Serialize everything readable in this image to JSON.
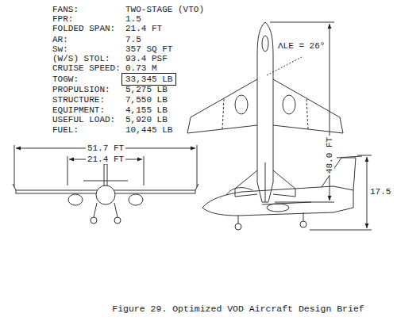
{
  "diagram": {
    "caption": "Figure 29.  Optimized VOD Aircraft Design Brief",
    "nodes": [
      {
        "text": [
          "33,345 LB"
        ]
      }
    ],
    "labels": [
      "FANS:",
      "TWO-STAGE (VTO)",
      "FPR:",
      "1.5",
      "FOLDED SPAN:",
      "21.4 FT",
      "AR:",
      "7.5",
      "Sw:",
      "357 SQ FT",
      "(W/S) STOL:",
      "93.4 PSF",
      "CRUISE SPEED:",
      "0.73 M",
      "TOGW:",
      "PROPULSION:",
      "5,275 LB",
      "STRUCTURE:",
      "7,550 LB",
      "EQUIPMENT:",
      "4,155 LB",
      "USEFUL LOAD:",
      "5,920 LB",
      "FUEL:",
      "10,445 LB",
      "ΛLE = 26°",
      "48.0 FT",
      "51.7 FT",
      "21.4 FT",
      "17.5"
    ]
  }
}
